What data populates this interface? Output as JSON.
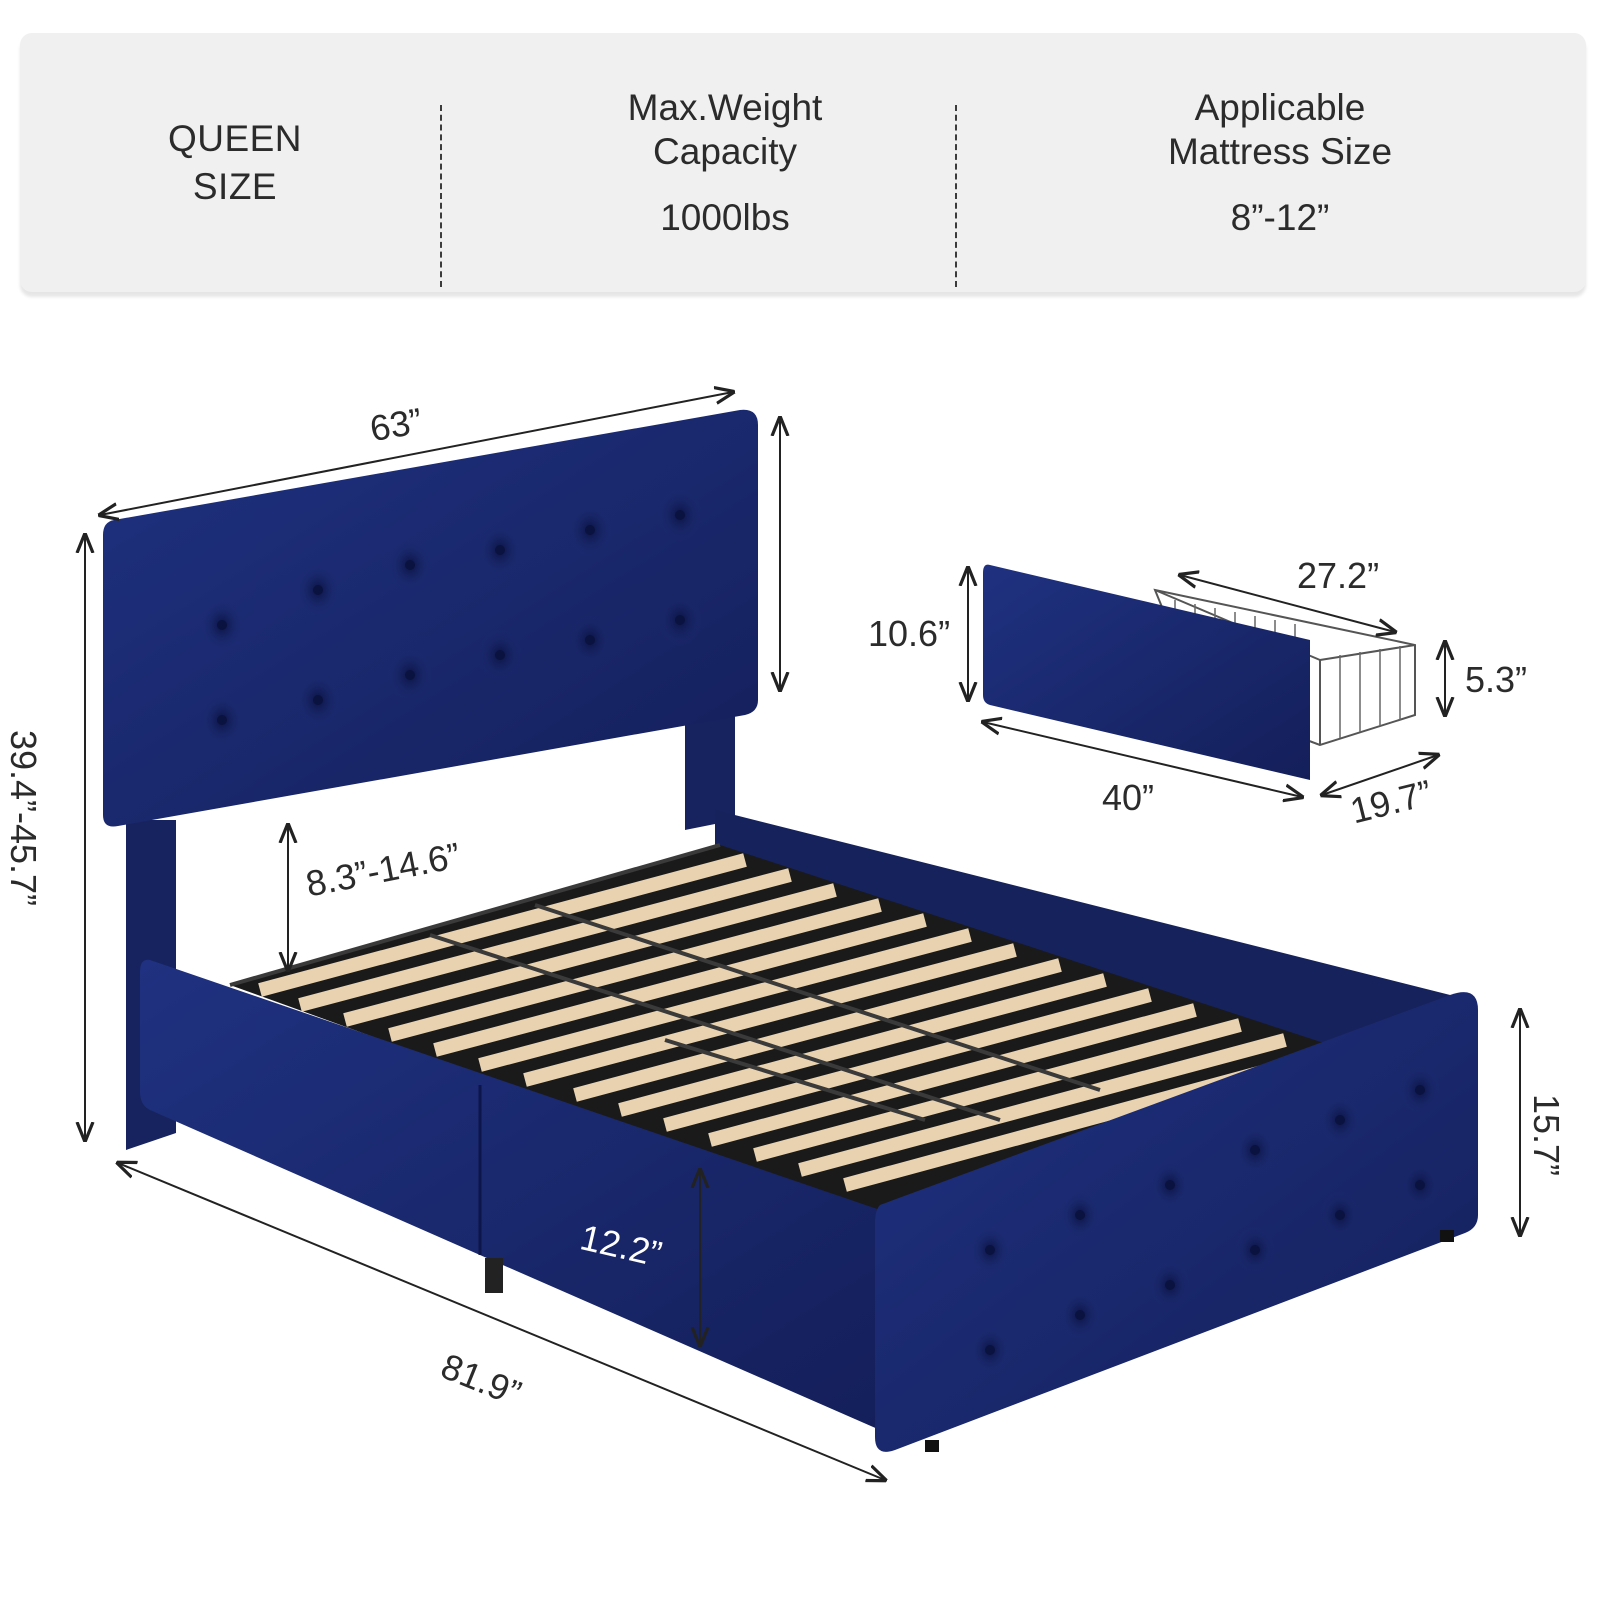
{
  "specs": {
    "size": "QUEEN SIZE",
    "weight": {
      "label_line1": "Max.Weight",
      "label_line2": "Capacity",
      "value": "1000lbs"
    },
    "mattress": {
      "label_line1": "Applicable",
      "label_line2": "Mattress Size",
      "value": "8”-12”"
    }
  },
  "dimensions": {
    "headboard_width": "63”",
    "total_height": "39.4”-45.7”",
    "headboard_gap": "8.3”-14.6”",
    "bed_length": "81.9”",
    "side_rail_height": "12.2”",
    "footboard_height": "15.7”"
  },
  "drawer": {
    "front_height": "10.6”",
    "depth": "27.2”",
    "basket_height": "5.3”",
    "length": "40”",
    "width": "19.7”"
  },
  "colors": {
    "upholstery": "#1a2a6b",
    "upholstery_dark": "#0f1a4a",
    "slat": "#e6cfae",
    "metal": "#2c2c2c",
    "spec_background": "#f0f0f0"
  }
}
